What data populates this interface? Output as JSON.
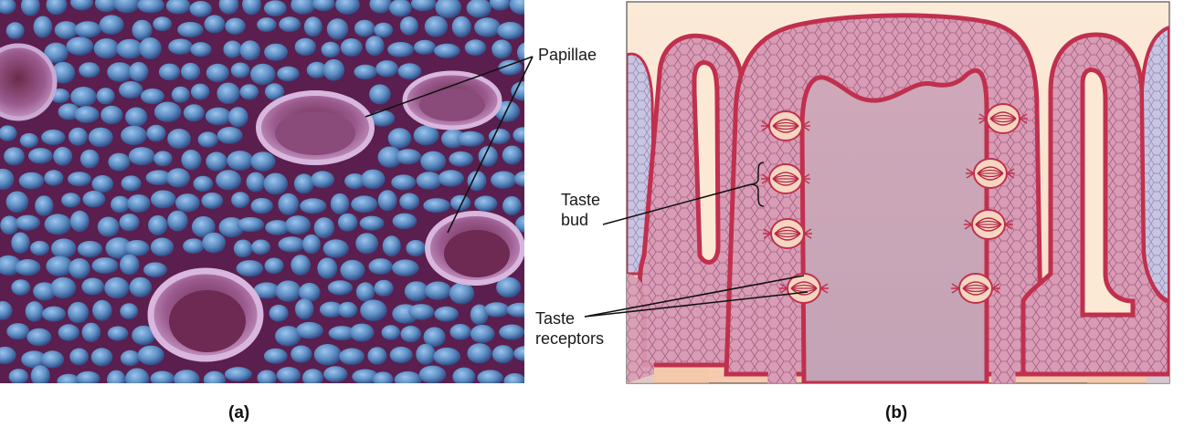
{
  "panel_a": {
    "letter": "(a)",
    "label_papillae": "Papillae"
  },
  "panel_b": {
    "letter": "(b)",
    "label_taste_bud_line1": "Taste",
    "label_taste_bud_line2": "bud",
    "label_receptors_line1": "Taste",
    "label_receptors_line2": "receptors"
  },
  "colors": {
    "micrograph_bg": "#5a1f4e",
    "papilla_blue": "#5f8fc4",
    "papilla_pink": "#b889b8",
    "tissue_fill": "#c98aa6",
    "tissue_border": "#c0304e",
    "panel_b_bg": "#fbe9d6",
    "tissue_core": "#c9a7b5"
  }
}
